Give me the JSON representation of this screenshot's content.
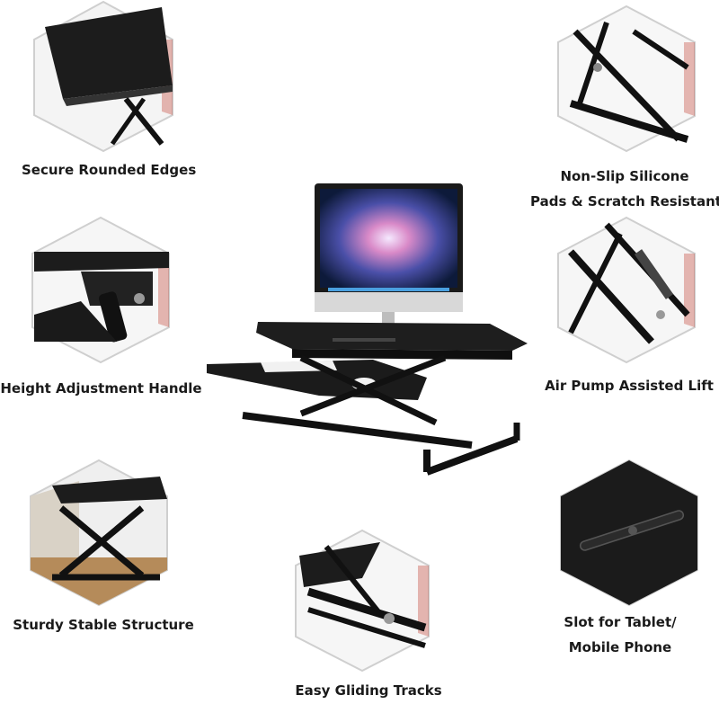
{
  "features": {
    "rounded_edges": {
      "label": "Secure Rounded Edges"
    },
    "nonslip_pads": {
      "line1": "Non-Slip Silicone",
      "line2": "Pads & Scratch Resistant"
    },
    "height_handle": {
      "label": "Height Adjustment Handle"
    },
    "air_pump": {
      "label": "Air Pump Assisted Lift"
    },
    "sturdy_structure": {
      "label": "Sturdy Stable Structure"
    },
    "gliding_tracks": {
      "label": "Easy Gliding Tracks"
    },
    "tablet_slot": {
      "line1": "Slot for Tablet/",
      "line2": "Mobile Phone"
    }
  },
  "colors": {
    "desk": "#1b1b1b",
    "frame": "#111111",
    "hex_border": "#cfcfcf",
    "accent_edge": "#c0392b"
  },
  "icons": [
    "hexagon-detail-image",
    "standing-desk-product-image"
  ]
}
